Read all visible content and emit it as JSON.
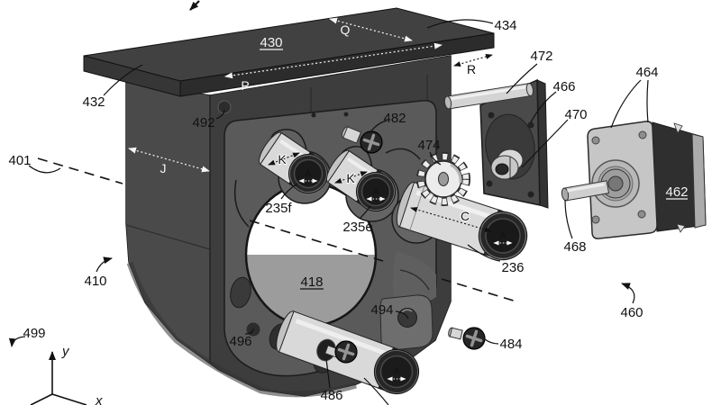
{
  "figure": {
    "type": "patent-exploded-view-drawing",
    "background": "#ffffff",
    "colors": {
      "ink": "#111111",
      "plate_top": "#414141",
      "plate_front": "#2c2c2c",
      "frame_front": "#3d3d3d",
      "frame_side": "#4a4a4a",
      "panel_face": "#5a5a5a",
      "bore_gray": "#9c9c9c",
      "metal_light": "#d9d9d9",
      "motor_face": "#c6c6c6",
      "motor_body": "#2f2f2f"
    },
    "reference_labels": {
      "n401": "401",
      "n410": "410",
      "n418": "418",
      "n430": "430",
      "n432": "432",
      "n434": "434",
      "n235e": "235e",
      "n235f": "235f",
      "n236": "236",
      "n460": "460",
      "n462": "462",
      "n464": "464",
      "n466": "466",
      "n468": "468",
      "n470": "470",
      "n472": "472",
      "n474": "474",
      "n482": "482",
      "n484": "484",
      "n486": "486",
      "n492": "492",
      "n494": "494",
      "n496": "496",
      "n499": "499"
    },
    "dimension_labels": {
      "J": "J",
      "P": "P",
      "Q": "Q",
      "R": "R",
      "K": "K",
      "C": "C",
      "A": "A"
    },
    "axes": {
      "x": "x",
      "y": "y"
    }
  }
}
